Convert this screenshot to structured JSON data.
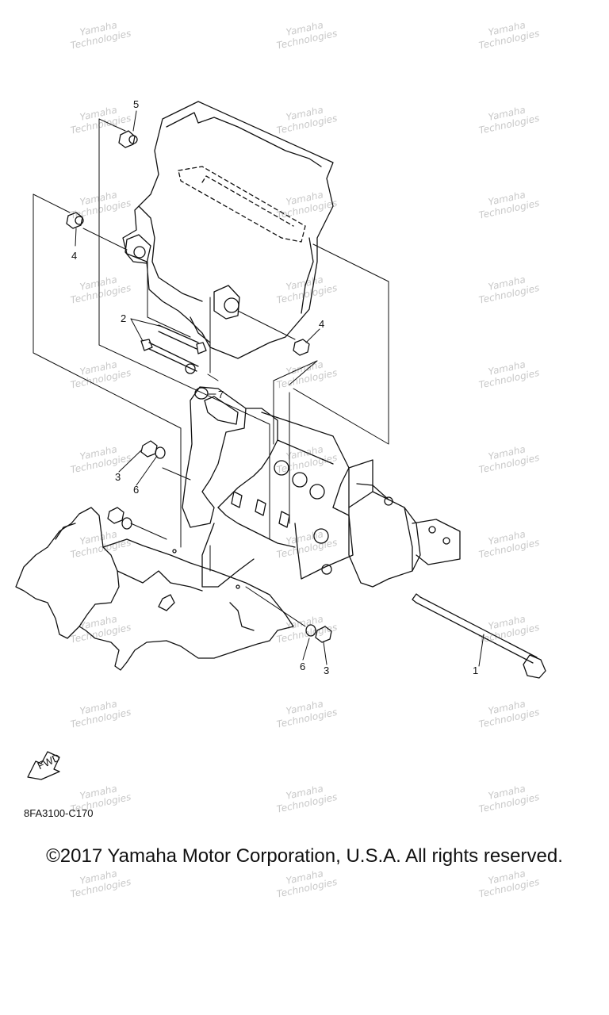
{
  "diagram": {
    "reference_code": "8FA3100-C170",
    "copyright": "©2017 Yamaha Motor Corporation, U.S.A. All rights reserved.",
    "fwd_label": "FWD",
    "watermark_line1": "Yamaha",
    "watermark_line2": "Technologies",
    "callouts": {
      "c1": "1",
      "c2": "2",
      "c3a": "3",
      "c3b": "3",
      "c4a": "4",
      "c4b": "4",
      "c5": "5",
      "c6a": "6",
      "c6b": "6",
      "c7": "7"
    }
  }
}
